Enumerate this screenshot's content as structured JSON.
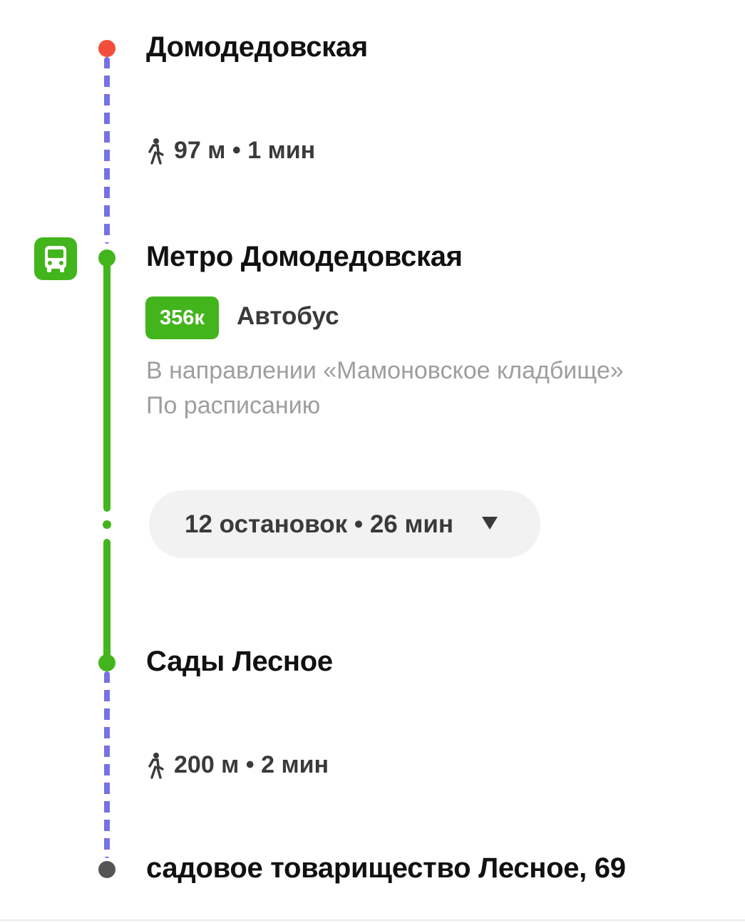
{
  "route": {
    "start": {
      "name": "Домодедовская",
      "dot_color": "#f24e3b"
    },
    "walk_1": {
      "icon": "pedestrian-icon",
      "text": "97 м • 1 мин"
    },
    "bus_segment": {
      "icon": "bus-icon",
      "board_stop": "Метро Домодедовская",
      "route_number": "356к",
      "transport_type": "Автобус",
      "direction": "В направлении «Мамоновское кладбище»",
      "schedule": "По расписанию",
      "stops_summary": "12 остановок • 26 мин",
      "expand_icon": "triangle-down-icon",
      "color": "#43b51c"
    },
    "exit_stop": {
      "name": "Сады Лесное"
    },
    "walk_2": {
      "icon": "pedestrian-icon",
      "text": "200 м • 2 мин"
    },
    "destination": {
      "name": "садовое товарищество Лесное, 69",
      "dot_color": "#555555"
    },
    "walk_line_color": "#7671e6"
  }
}
